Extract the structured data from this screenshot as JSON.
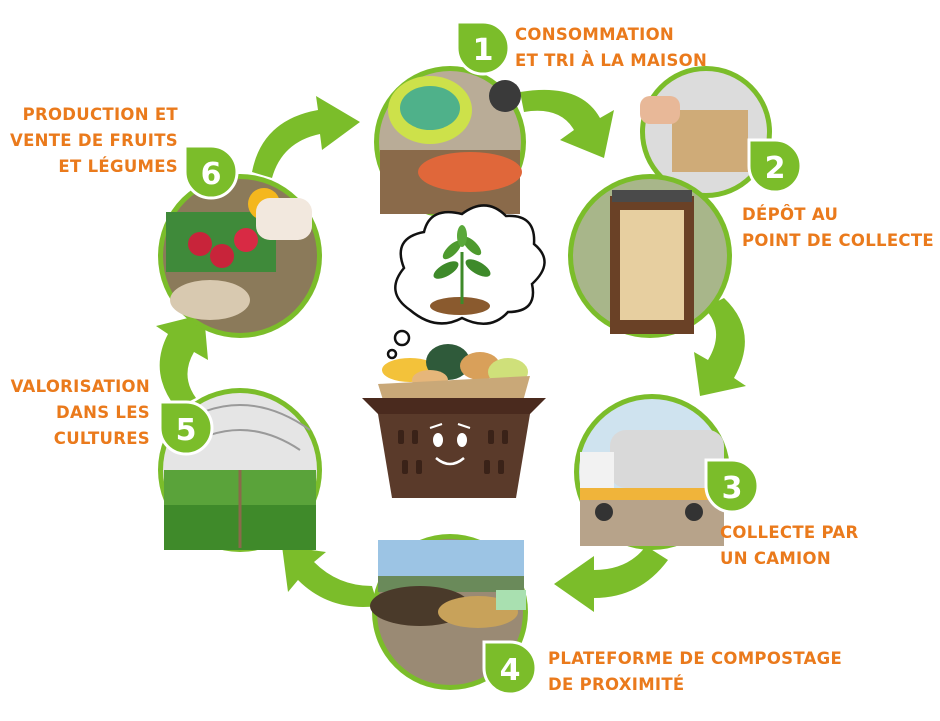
{
  "colors": {
    "green": "#7bbd2a",
    "green_dark": "#4e9a1e",
    "orange": "#ea7a1c",
    "brown": "#5a3a2a"
  },
  "steps": [
    {
      "number": "1",
      "label_lines": [
        "Consommation",
        "et tri à la maison"
      ],
      "image": "kitchen-sorting"
    },
    {
      "number": "2",
      "label_lines": [
        "Dépôt au",
        "point de collecte"
      ],
      "image": "collection-bin"
    },
    {
      "number": "3",
      "label_lines": [
        "Collecte par",
        "un camion"
      ],
      "image": "collection-truck"
    },
    {
      "number": "4",
      "label_lines": [
        "Plateforme de compostage",
        "de proximité"
      ],
      "image": "compost-platform"
    },
    {
      "number": "5",
      "label_lines": [
        "Valorisation",
        "dans les",
        "cultures"
      ],
      "image": "greenhouse-crops"
    },
    {
      "number": "6",
      "label_lines": [
        "Production et",
        "vente de fruits",
        "et légumes"
      ],
      "image": "market-produce"
    }
  ],
  "center": {
    "icon": "compost-basket-mascot-icon",
    "thought": "plant-sprout-icon"
  }
}
